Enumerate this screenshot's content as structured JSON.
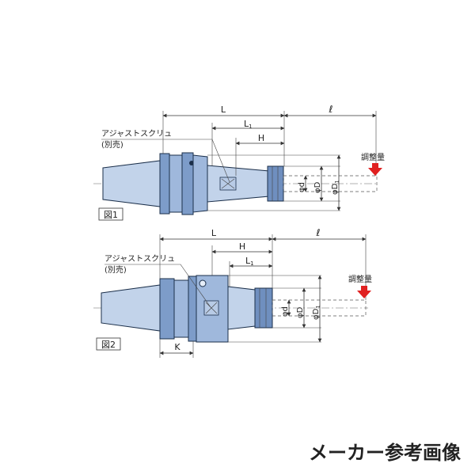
{
  "figure1": {
    "label": "図1",
    "dim_L": "L",
    "dim_L1": "L",
    "dim_L1_sub": "1",
    "dim_H": "H",
    "dim_ell": "ℓ",
    "dim_d": "φd",
    "dim_D": "φD",
    "dim_D1": "φD",
    "dim_D1_sub": "1",
    "callout_line1": "アジャストスクリュ",
    "callout_line2": "(別売)",
    "adjust_label": "調整量"
  },
  "figure2": {
    "label": "図2",
    "dim_L": "L",
    "dim_H": "H",
    "dim_L1": "L",
    "dim_L1_sub": "1",
    "dim_ell": "ℓ",
    "dim_K": "K",
    "dim_d": "φd",
    "dim_D": "φD",
    "dim_D1": "φD",
    "dim_D1_sub": "1",
    "callout_line1": "アジャストスクリュ",
    "callout_line2": "(別売)",
    "adjust_label": "調整量"
  },
  "footer": {
    "caption": "メーカー参考画像"
  },
  "colors": {
    "body_fill": "#9fb8dc",
    "outline": "#1b2f4a",
    "arrow": "#e02020"
  }
}
